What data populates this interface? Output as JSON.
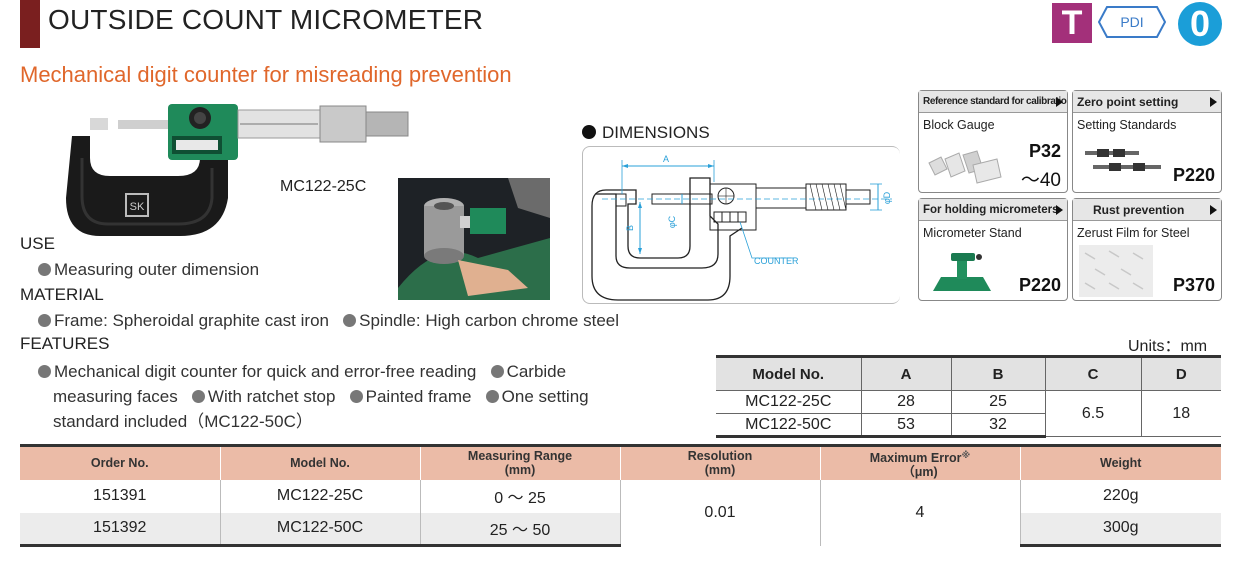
{
  "header": {
    "title": "OUTSIDE COUNT MICROMETER",
    "subtitle": "Mechanical digit counter for misreading prevention",
    "badges": {
      "t": "T",
      "pdi": "PDI",
      "zero": "0"
    }
  },
  "product": {
    "model_caption": "MC122-25C",
    "photo_logo": "SK"
  },
  "dimensions": {
    "heading": "DIMENSIONS",
    "labels": {
      "a": "A",
      "b": "B",
      "c": "φC",
      "d": "φD",
      "counter": "COUNTER"
    }
  },
  "cards": [
    {
      "title": "Reference standard for calibration",
      "sub": "Block Gauge",
      "page": "P32",
      "page2": "～40"
    },
    {
      "title": "Zero point setting",
      "sub": "Setting Standards",
      "page": "P220"
    },
    {
      "title": "For holding micrometers",
      "sub": "Micrometer Stand",
      "page": "P220"
    },
    {
      "title": "Rust prevention",
      "sub": "Zerust Film for Steel",
      "page": "P370"
    }
  ],
  "specs": {
    "use_heading": "USE",
    "use": [
      "Measuring outer dimension"
    ],
    "material_heading": "MATERIAL",
    "material": [
      "Frame: Spheroidal graphite cast iron",
      "Spindle: High carbon chrome steel"
    ],
    "features_heading": "FEATURES",
    "features_lines": [
      [
        "Mechanical digit counter for quick and error-free reading",
        "Carbide"
      ],
      [
        "measuring faces",
        "With ratchet stop",
        "Painted frame",
        "One setting"
      ],
      [
        "standard included（MC122-50C）"
      ]
    ]
  },
  "dim_table": {
    "units": "Units：mm",
    "headers": [
      "Model No.",
      "A",
      "B",
      "C",
      "D"
    ],
    "rows": [
      {
        "model": "MC122-25C",
        "a": "28",
        "b": "25"
      },
      {
        "model": "MC122-50C",
        "a": "53",
        "b": "32"
      }
    ],
    "c_shared": "6.5",
    "d_shared": "18"
  },
  "order_table": {
    "headers": {
      "order": "Order No.",
      "model": "Model No.",
      "range": "Measuring Range",
      "range_unit": "(mm)",
      "resolution": "Resolution",
      "resolution_unit": "(mm)",
      "error": "Maximum Error",
      "error_mark": "※",
      "error_unit": "（μm)",
      "weight": "Weight"
    },
    "rows": [
      {
        "order": "151391",
        "model": "MC122-25C",
        "range": "0 ～ 25",
        "weight": "220g"
      },
      {
        "order": "151392",
        "model": "MC122-50C",
        "range": "25 ～ 50",
        "weight": "300g"
      }
    ],
    "resolution_shared": "0.01",
    "error_shared": "4"
  },
  "colors": {
    "title_bar": "#7a1f1f",
    "subtitle": "#e0672b",
    "badge_t": "#a3307a",
    "badge_pdi": "#3a7bc8",
    "badge_zero": "#1b9ed8",
    "table_header": "#ebbba7",
    "dimension_lines": "#2aa0d8"
  }
}
